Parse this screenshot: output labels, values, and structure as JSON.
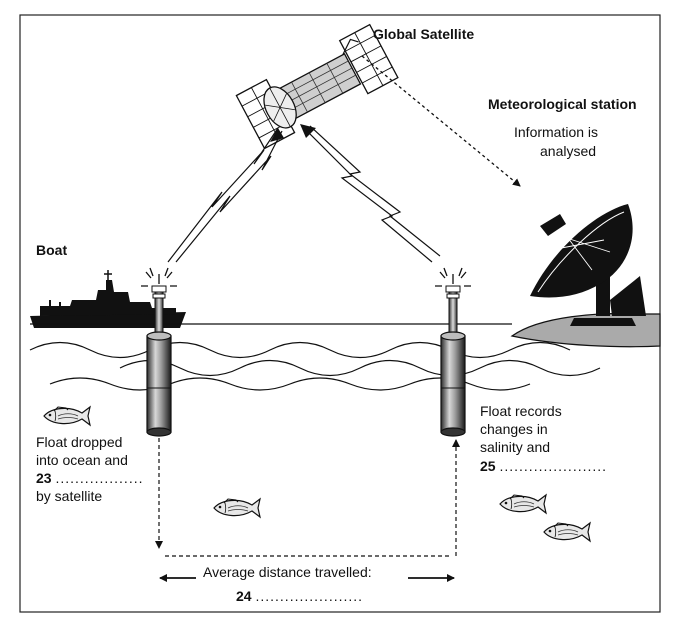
{
  "labels": {
    "satellite": "Global Satellite",
    "station": "Meteorological station",
    "info_line1": "Information is",
    "info_line2": "analysed",
    "boat": "Boat",
    "float_left_line1": "Float dropped",
    "float_left_line2": "into ocean and",
    "q23_number": "23",
    "q23_blank": "..................",
    "float_left_line3": "by satellite",
    "float_right_line1": "Float records",
    "float_right_line2": "changes in",
    "float_right_line3": "salinity and",
    "q25_number": "25",
    "q25_blank": "......................",
    "distance": "Average distance travelled:",
    "q24_number": "24",
    "q24_blank": "......................"
  }
}
